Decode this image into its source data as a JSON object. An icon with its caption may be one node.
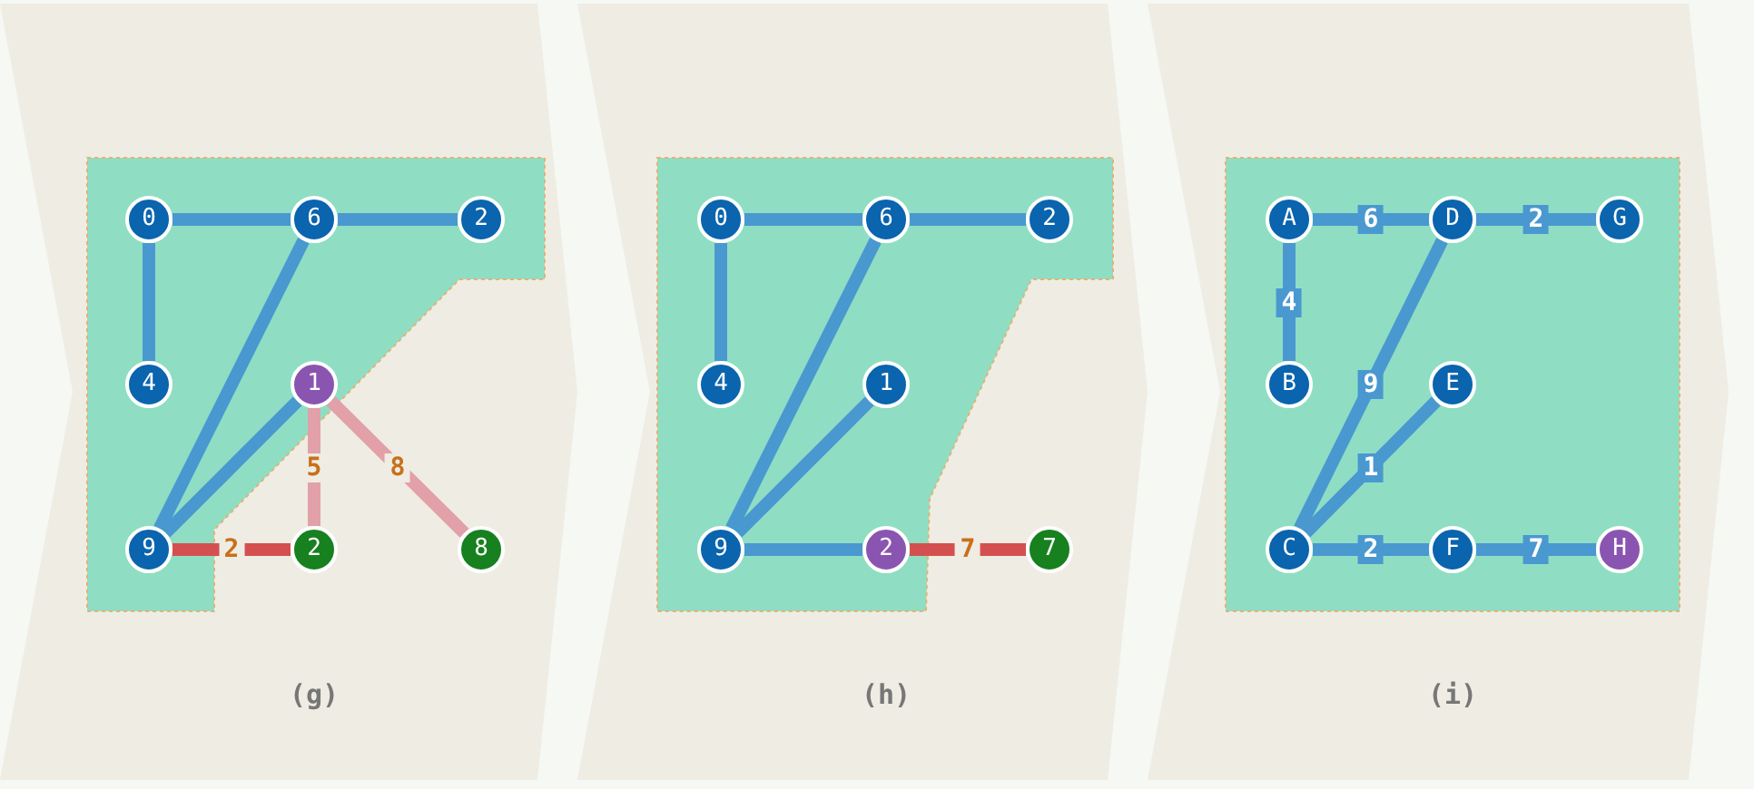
{
  "diagram": {
    "nodes": [
      {
        "text": [
          "(g)"
        ]
      },
      {
        "text": [
          "0"
        ],
        "in": 0
      },
      {
        "text": [
          "6"
        ],
        "in": 0
      },
      {
        "text": [
          "2"
        ],
        "in": 0
      },
      {
        "text": [
          "4"
        ],
        "in": 0
      },
      {
        "text": [
          "1"
        ],
        "in": 0
      },
      {
        "text": [
          "9"
        ],
        "in": 0
      },
      {
        "text": [
          "2"
        ],
        "in": 0
      },
      {
        "text": [
          "8"
        ],
        "in": 0
      },
      {
        "text": [
          "(h)"
        ]
      },
      {
        "text": [
          "0"
        ],
        "in": 9
      },
      {
        "text": [
          "6"
        ],
        "in": 9
      },
      {
        "text": [
          "2"
        ],
        "in": 9
      },
      {
        "text": [
          "4"
        ],
        "in": 9
      },
      {
        "text": [
          "1"
        ],
        "in": 9
      },
      {
        "text": [
          "9"
        ],
        "in": 9
      },
      {
        "text": [
          "2"
        ],
        "in": 9
      },
      {
        "text": [
          "7"
        ],
        "in": 9
      },
      {
        "text": [
          "(i)"
        ]
      },
      {
        "text": [
          "A"
        ],
        "in": 18
      },
      {
        "text": [
          "D"
        ],
        "in": 18
      },
      {
        "text": [
          "G"
        ],
        "in": 18
      },
      {
        "text": [
          "B"
        ],
        "in": 18
      },
      {
        "text": [
          "E"
        ],
        "in": 18
      },
      {
        "text": [
          "C"
        ],
        "in": 18
      },
      {
        "text": [
          "F"
        ],
        "in": 18
      },
      {
        "text": [
          "H"
        ],
        "in": 18
      }
    ],
    "edges": [
      {
        "from": 1,
        "to": 2,
        "arrow": "none"
      },
      {
        "from": 2,
        "to": 3,
        "arrow": "none"
      },
      {
        "from": 1,
        "to": 4,
        "arrow": "none"
      },
      {
        "from": 2,
        "to": 6,
        "arrow": "none"
      },
      {
        "from": 5,
        "to": 6,
        "arrow": "none"
      },
      {
        "from": 6,
        "to": 7,
        "arrow": "none",
        "label": "2",
        "color": "#d45050"
      },
      {
        "from": 5,
        "to": 7,
        "arrow": "none",
        "label": "5",
        "color": "#e2a0a8"
      },
      {
        "from": 5,
        "to": 8,
        "arrow": "none",
        "label": "8",
        "color": "#e2a0a8"
      },
      {
        "from": 10,
        "to": 11,
        "arrow": "none"
      },
      {
        "from": 11,
        "to": 12,
        "arrow": "none"
      },
      {
        "from": 10,
        "to": 13,
        "arrow": "none"
      },
      {
        "from": 11,
        "to": 15,
        "arrow": "none"
      },
      {
        "from": 14,
        "to": 15,
        "arrow": "none"
      },
      {
        "from": 15,
        "to": 16,
        "arrow": "none"
      },
      {
        "from": 16,
        "to": 17,
        "arrow": "none",
        "label": "7",
        "color": "#d45050"
      },
      {
        "from": 19,
        "to": 20,
        "arrow": "none",
        "label": "6"
      },
      {
        "from": 20,
        "to": 21,
        "arrow": "none",
        "label": "2"
      },
      {
        "from": 19,
        "to": 22,
        "arrow": "none",
        "label": "4"
      },
      {
        "from": 20,
        "to": 24,
        "arrow": "none",
        "label": "9"
      },
      {
        "from": 23,
        "to": 24,
        "arrow": "none",
        "label": "1"
      },
      {
        "from": 24,
        "to": 25,
        "arrow": "none",
        "label": "2"
      },
      {
        "from": 25,
        "to": 26,
        "arrow": "none",
        "label": "7"
      }
    ]
  }
}
